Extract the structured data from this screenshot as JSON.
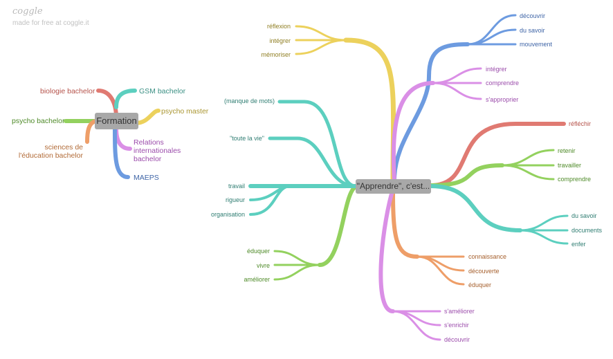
{
  "brand": {
    "logo": "coggle",
    "tagline": "made for free at coggle.it"
  },
  "colors": {
    "teal": "#5ccfbf",
    "red": "#e07a72",
    "yellow": "#ecd15c",
    "purple": "#da8fe6",
    "blue": "#6d9be0",
    "green": "#93d15e",
    "orange": "#ee9e68",
    "hub": "#a8a8a8"
  },
  "formation": {
    "title": "Formation",
    "branches": [
      {
        "label": "biologie bachelor",
        "color": "#e07a72",
        "text_color": "#b5524a"
      },
      {
        "label": "GSM bachelor",
        "color": "#5ccfbf",
        "text_color": "#3a8f83"
      },
      {
        "label": "psycho master",
        "color": "#ecd15c",
        "text_color": "#a99530"
      },
      {
        "label": "psycho bachelor",
        "color": "#93d15e",
        "text_color": "#4e8a28"
      },
      {
        "label": "sciences de\nl'éducation bachelor",
        "color": "#ee9e68",
        "text_color": "#b16a36"
      },
      {
        "label": "Relations\ninternationales\nbachelor",
        "color": "#da8fe6",
        "text_color": "#9b4cab"
      },
      {
        "label": "MAEPS",
        "color": "#6d9be0",
        "text_color": "#3e64a6"
      }
    ]
  },
  "apprendre": {
    "title": "\"Apprendre\", c'est...",
    "branches": [
      {
        "name": "yellow",
        "color": "#ecd15c",
        "text_color": "#8f7e22",
        "leaves": [
          "réflexion",
          "intégrer",
          "mémoriser"
        ]
      },
      {
        "name": "blue",
        "color": "#6d9be0",
        "text_color": "#3e64a6",
        "leaves": [
          "découvrir",
          "du savoir",
          "mouvement"
        ]
      },
      {
        "name": "purple",
        "color": "#da8fe6",
        "text_color": "#9b4cab",
        "leaves": [
          "intégrer",
          "comprendre",
          "s'approprier"
        ]
      },
      {
        "name": "red",
        "color": "#e07a72",
        "text_color": "#b5524a",
        "leaves": [
          "réfléchir"
        ]
      },
      {
        "name": "green",
        "color": "#93d15e",
        "text_color": "#4e8a28",
        "leaves": [
          "retenir",
          "travailler",
          "comprendre"
        ]
      },
      {
        "name": "teal",
        "color": "#5ccfbf",
        "text_color": "#2f7d72",
        "leaves": [
          "du savoir",
          "documents",
          "enfer"
        ]
      },
      {
        "name": "orange",
        "color": "#ee9e68",
        "text_color": "#a55f2c",
        "leaves": [
          "connaissance",
          "découverte",
          "éduquer"
        ]
      },
      {
        "name": "pink",
        "color": "#da8fe6",
        "text_color": "#9b4cab",
        "leaves": [
          "s'améliorer",
          "s'enrichir",
          "découvrir"
        ]
      },
      {
        "name": "green-left",
        "color": "#93d15e",
        "text_color": "#4e8a28",
        "leaves": [
          "éduquer",
          "vivre",
          "améliorer"
        ]
      },
      {
        "name": "teal-left",
        "color": "#5ccfbf",
        "text_color": "#2f7d72",
        "leaves": [
          "(manque de mots)",
          "\"toute la vie\"",
          "travail",
          "rigueur",
          "organisation"
        ]
      }
    ]
  }
}
